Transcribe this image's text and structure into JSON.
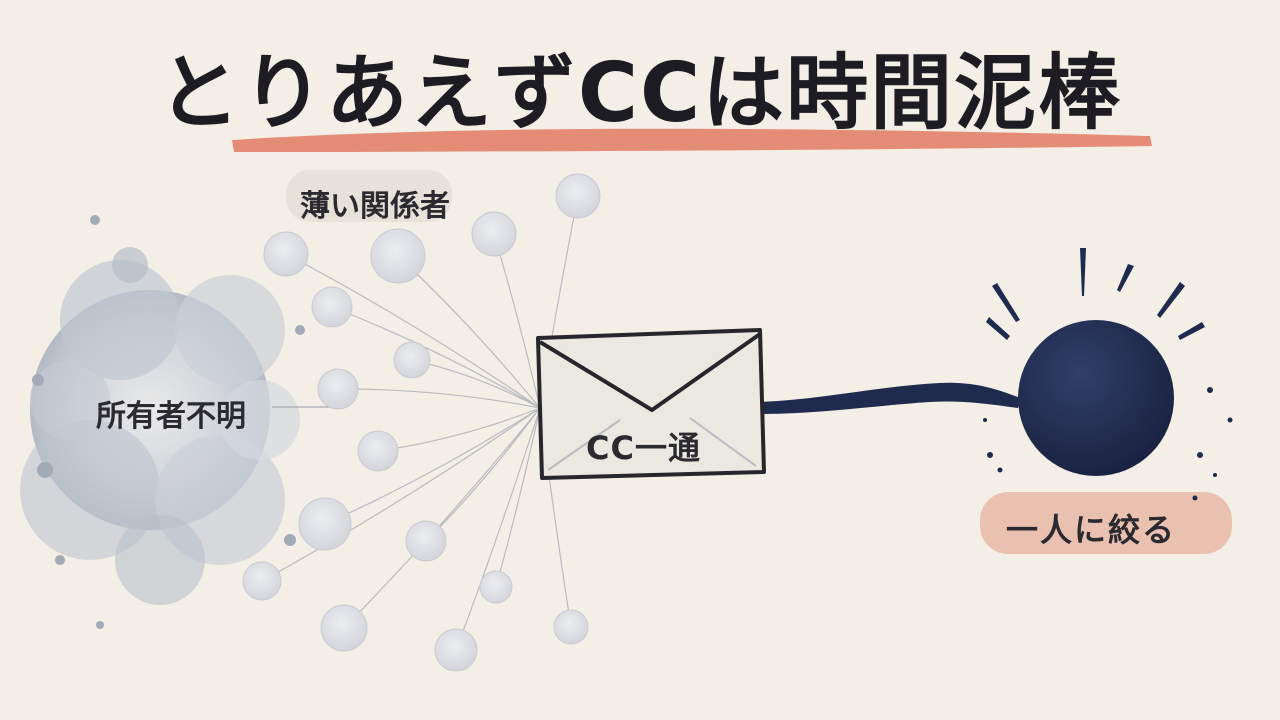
{
  "title": "とりあえずCCは時間泥棒",
  "labels": {
    "stakeholders": "薄い関係者",
    "owner_unknown": "所有者不明",
    "email": "CC一通",
    "narrow": "一人に絞る"
  },
  "colors": {
    "background": "#f3efe6",
    "ink": "#1c1c22",
    "navy": "#1f2b4e",
    "underline": "#e07a62",
    "label_pink": "#e8b8a6",
    "faint_circle": "#dcdde2",
    "cloud": "#c3c8d1"
  },
  "icons": [
    "envelope-icon",
    "burst-icon"
  ]
}
